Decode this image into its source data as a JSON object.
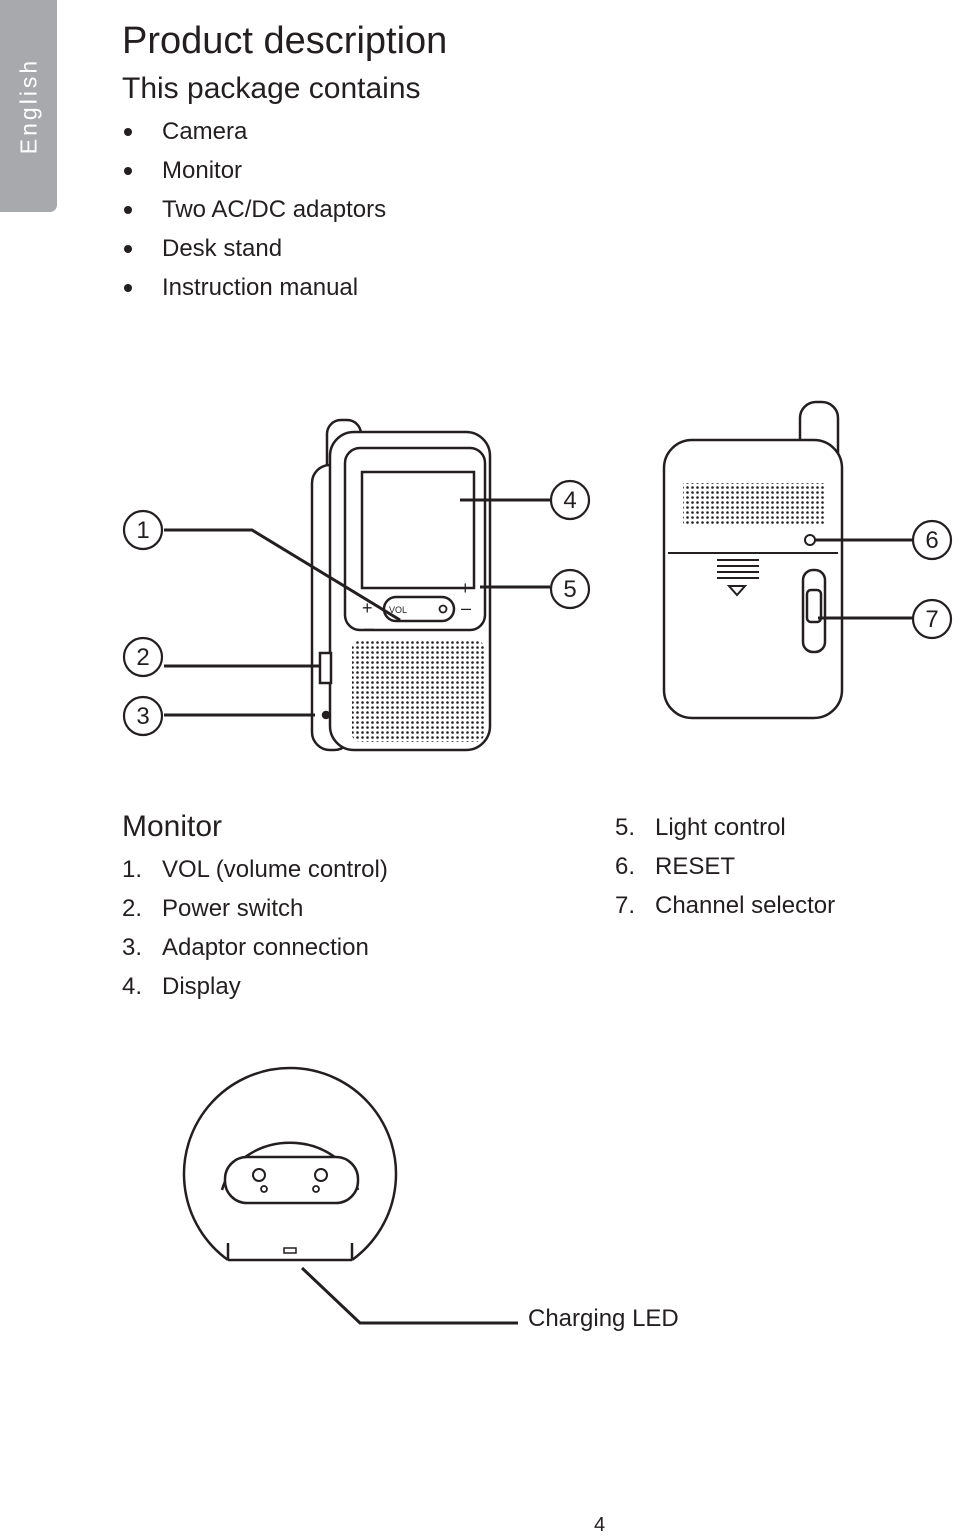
{
  "sidebar": {
    "language_tab": "English"
  },
  "title": "Product description",
  "package": {
    "heading": "This package contains",
    "items": [
      "Camera",
      "Monitor",
      "Two AC/DC adaptors",
      "Desk stand",
      "Instruction manual"
    ]
  },
  "diagram": {
    "callouts": [
      "1",
      "2",
      "3",
      "4",
      "5",
      "6",
      "7"
    ],
    "button_labels": {
      "vol": "VOL",
      "plus": "+",
      "minus": "–"
    }
  },
  "monitor": {
    "heading": "Monitor",
    "parts": [
      {
        "num": "1.",
        "label": "VOL (volume control)"
      },
      {
        "num": "2.",
        "label": "Power switch"
      },
      {
        "num": "3.",
        "label": "Adaptor connection"
      },
      {
        "num": "4.",
        "label": "Display"
      },
      {
        "num": "5.",
        "label": "Light control"
      },
      {
        "num": "6.",
        "label": "RESET"
      },
      {
        "num": "7.",
        "label": "Channel selector"
      }
    ]
  },
  "stand": {
    "label": "Charging LED"
  },
  "page_number": "4"
}
